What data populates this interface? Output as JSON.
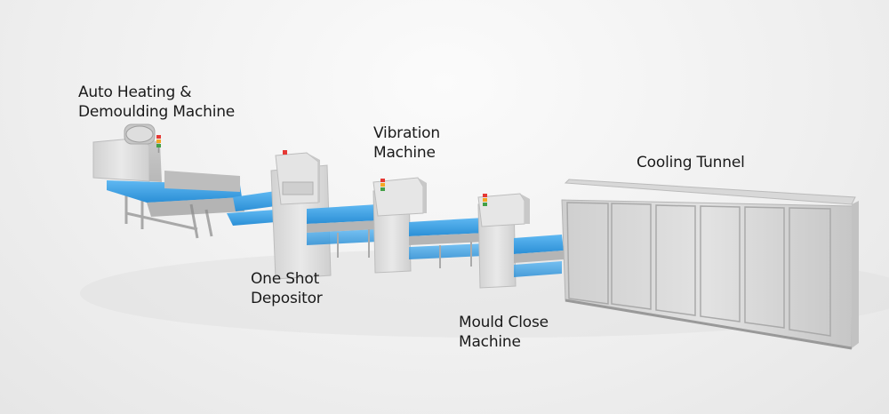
{
  "labels": {
    "auto_heating": {
      "line1": "Auto Heating &",
      "line2": "Demoulding Machine"
    },
    "vibration": {
      "line1": "Vibration",
      "line2": "Machine"
    },
    "cooling": {
      "line1": "Cooling Tunnel"
    },
    "depositor": {
      "line1": "One Shot",
      "line2": "Depositor"
    },
    "mould_close": {
      "line1": "Mould Close",
      "line2": "Machine"
    }
  },
  "colors": {
    "belt": "#3aa0e6",
    "machine_body": "#dcdcdc",
    "signal_red": "#e53935",
    "signal_orange": "#f5a623",
    "signal_green": "#43a047"
  },
  "icons": [
    "signal-light-icon"
  ]
}
